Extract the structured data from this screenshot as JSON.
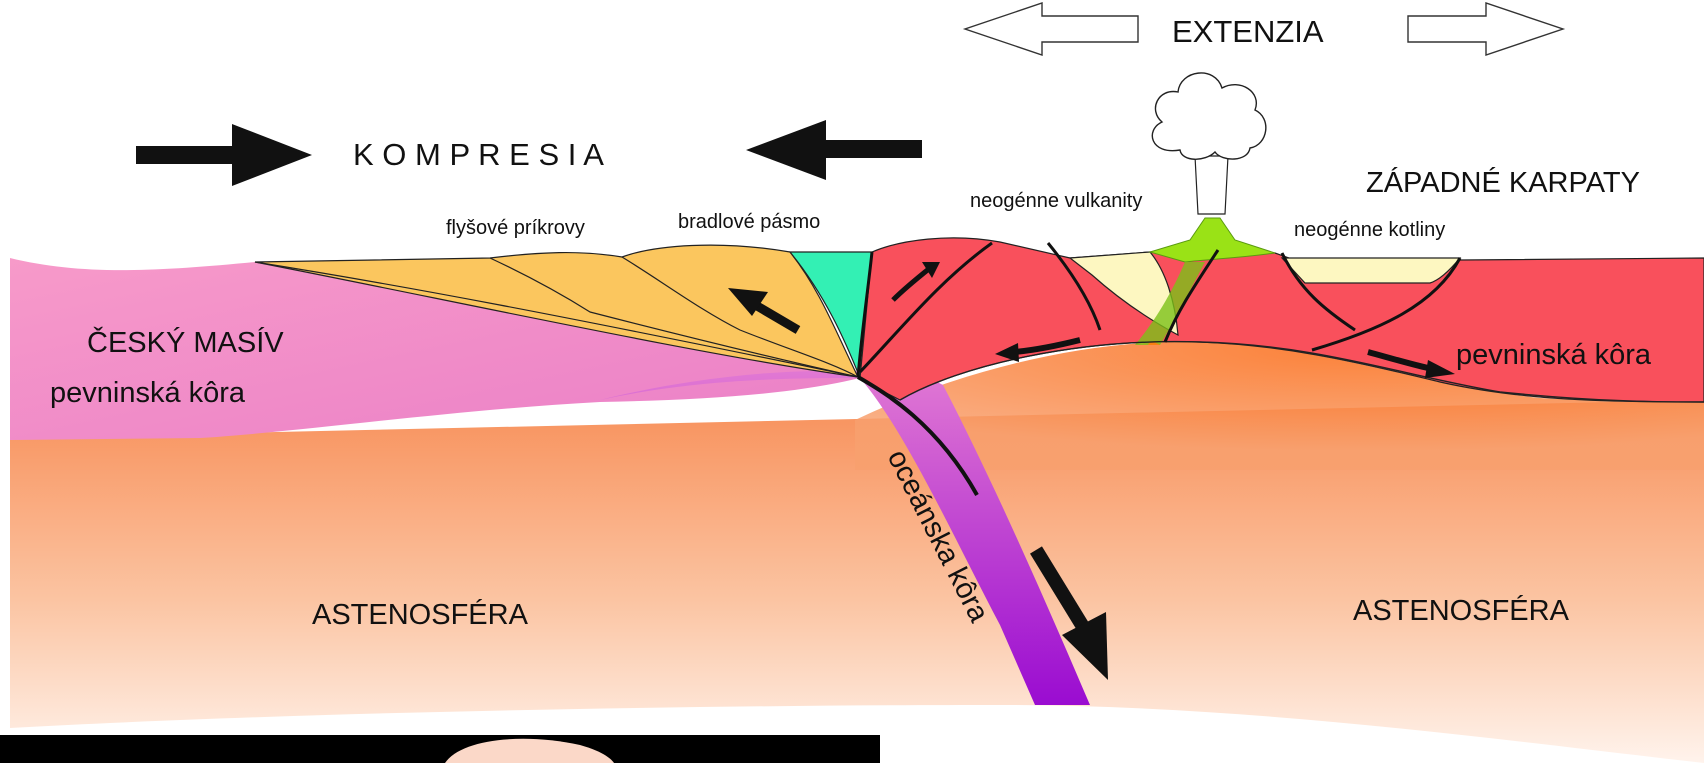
{
  "labels": {
    "extension": "EXTENZIA",
    "compression": "K O M P R E S I A",
    "western_carpathians": "ZÁPADNÉ KARPATY",
    "neogene_volcanics": "neogénne vulkanity",
    "neogene_basins": "neogénne kotliny",
    "flysch_nappes": "flyšové príkrovy",
    "klippen_belt": "bradlové pásmo",
    "bohemian_massif": "ČESKÝ MASÍV",
    "continental_crust_left": "pevninská kôra",
    "continental_crust_right": "pevninská kôra",
    "oceanic_crust": "oceánska kôra",
    "asthenosphere_left": "ASTENOSFÉRA",
    "asthenosphere_right": "ASTENOSFÉRA"
  },
  "colors": {
    "bohemian_massif": "#f79ac9",
    "flysch": "#fbc65e",
    "klippen": "#33f0b4",
    "carpathian_crust": "#f9505c",
    "basin_fill": "#fdf7c1",
    "volcanic": "#9ae216",
    "oceanic_crust_top": "#e27ad3",
    "oceanic_crust_bottom": "#9a0cd1",
    "asthenosphere_top": "#f8905a",
    "asthenosphere_bottom": "#fff3ec",
    "mantle_dome": "#fb6b16"
  },
  "icons": {
    "compression_arrows": "black-solid-arrows-pointing-inward",
    "extension_arrows": "white-outline-arrows-pointing-outward",
    "volcano_cloud": "eruption-cloud-outline"
  }
}
